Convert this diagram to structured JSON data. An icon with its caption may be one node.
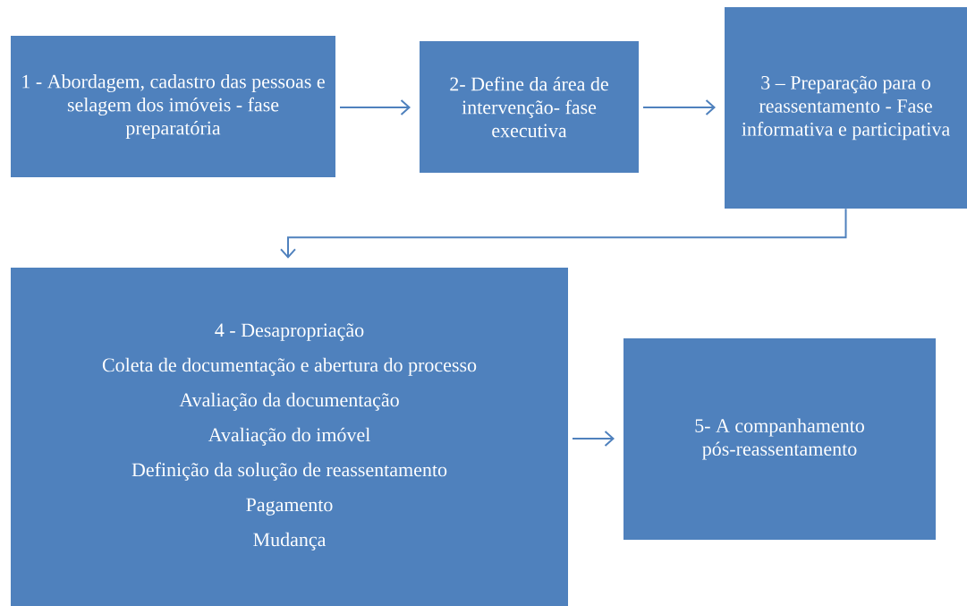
{
  "diagram": {
    "nodes": [
      {
        "text": [
          "1 - Abordagem, cadastro das pessoas e selagem dos imóveis - fase preparatória"
        ]
      },
      {
        "text": [
          "2- Define da área de intervenção- fase executiva"
        ]
      },
      {
        "text": [
          "3 – Preparação para o reassentamento - Fase informativa e participativa"
        ]
      },
      {
        "text": [
          "4 - Desapropriação",
          "Coleta de documentação e abertura do processo",
          "Avaliação da documentação",
          "Avaliação do imóvel",
          "Definição da solução de reassentamento",
          "Pagamento",
          "Mudança"
        ]
      },
      {
        "text": [
          "5- A companhamento pós-reassentamento"
        ]
      }
    ],
    "edges": [
      {
        "from": 0,
        "to": 1,
        "arrow": "to"
      },
      {
        "from": 1,
        "to": 2,
        "arrow": "to"
      },
      {
        "from": 2,
        "to": 3,
        "arrow": "to"
      },
      {
        "from": 3,
        "to": 4,
        "arrow": "to"
      }
    ]
  }
}
